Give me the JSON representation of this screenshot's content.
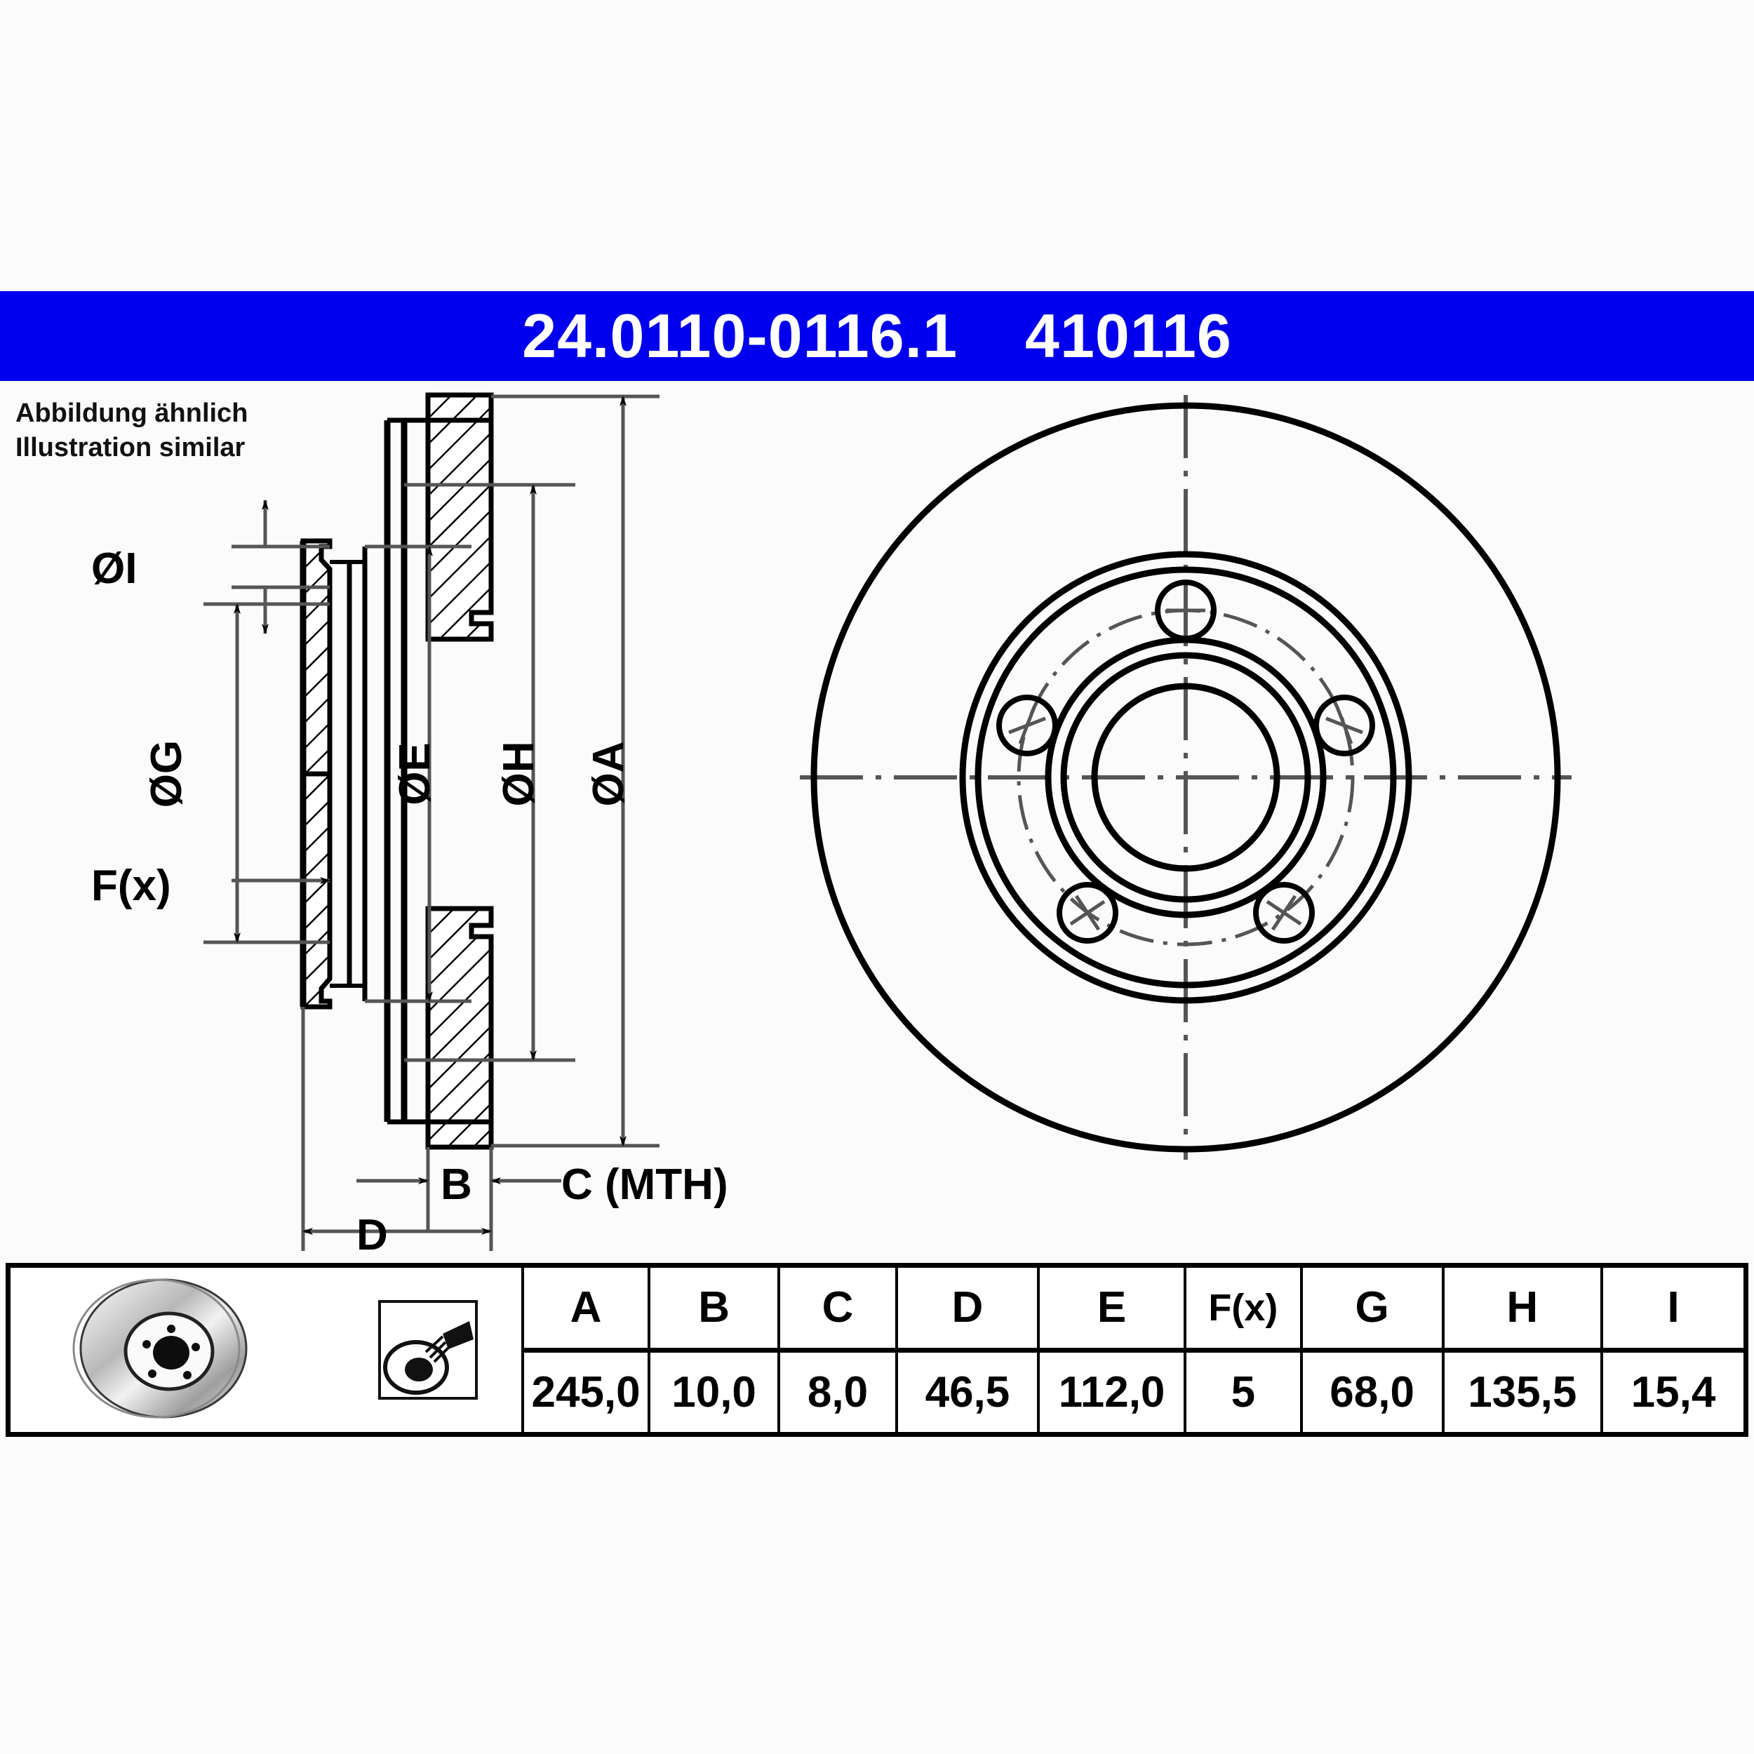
{
  "header": {
    "part_number": "24.0110-0116.1",
    "reference_number": "410116",
    "background_color": "#0000EE",
    "text_color": "#FFFFFF"
  },
  "subtitle": {
    "line_de": "Abbildung ähnlich",
    "line_en": "Illustration similar"
  },
  "drawing": {
    "section_view_labels": {
      "diameter_i": "ØI",
      "diameter_g": "ØG",
      "diameter_e": "ØE",
      "diameter_h": "ØH",
      "diameter_a": "ØA",
      "holes_fx": "F(x)",
      "thickness_b": "B",
      "min_thickness_c": "C (MTH)",
      "height_d": "D"
    },
    "front_view": {
      "bolt_hole_count": 5,
      "icon": "brake-disc-front-view"
    }
  },
  "spec_table": {
    "icons": {
      "disc_photo": "brake-disc-3d-icon",
      "coating": "coating-spray-icon"
    },
    "columns": [
      "A",
      "B",
      "C",
      "D",
      "E",
      "F(x)",
      "G",
      "H",
      "I"
    ],
    "values": [
      "245,0",
      "10,0",
      "8,0",
      "46,5",
      "112,0",
      "5",
      "68,0",
      "135,5",
      "15,4"
    ]
  }
}
